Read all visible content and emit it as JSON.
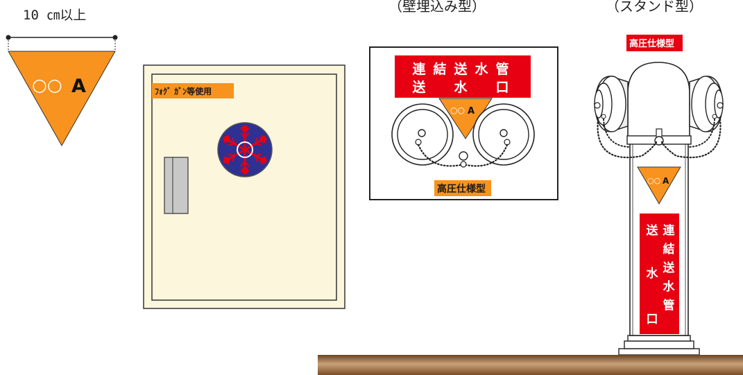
{
  "size_label": "10 ㎝以上",
  "sign_text": "○○",
  "sign_letter": "A",
  "cabinet": {
    "fog_gun_label": "ﾌｫｸﾞ ｶﾞﾝ等使用"
  },
  "wall_type": {
    "caption": "（壁埋込み型）",
    "plate_row1": [
      "連",
      "結",
      "送",
      "水",
      "管"
    ],
    "plate_row2": [
      "送",
      "水",
      "口"
    ],
    "pressure_label": "高圧仕様型"
  },
  "stand_type": {
    "caption": "（スタンド型）",
    "pressure_label": "高圧仕様型",
    "plate_col_right": [
      "連",
      "結",
      "送",
      "水",
      "管"
    ],
    "plate_col_left": [
      "送",
      "水",
      "口"
    ]
  },
  "colors": {
    "orange": "#f7931e",
    "red": "#e60012",
    "cabinet": "#fbf6dc",
    "emblem_blue": "#2e3192",
    "ground": "#8b5a2b"
  }
}
